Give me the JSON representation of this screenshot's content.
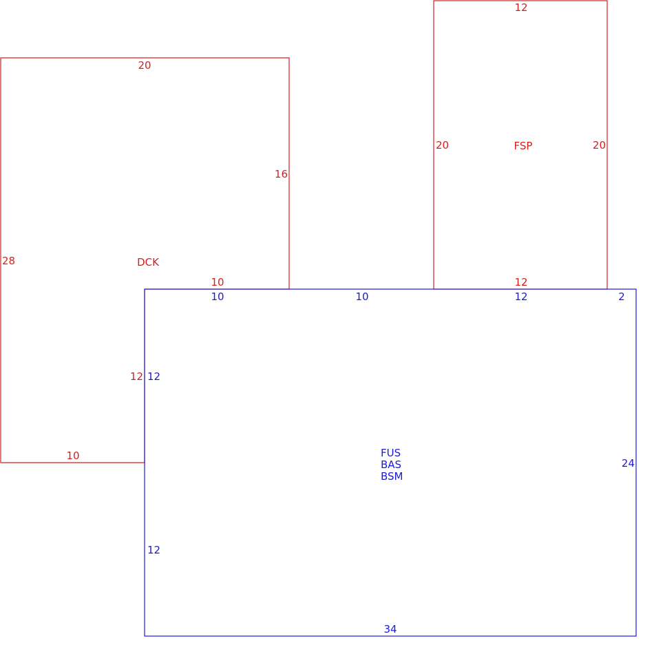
{
  "colors": {
    "red": "#d61e1e",
    "blue": "#1a1ad6"
  },
  "dck": {
    "label": "DCK",
    "top": "20",
    "left": "28",
    "right_upper": "16",
    "step_horizontal": "10",
    "right_lower": "12",
    "bottom": "10"
  },
  "fsp": {
    "label": "FSP",
    "top": "12",
    "left": "20",
    "right": "20",
    "bottom": "12"
  },
  "main": {
    "labels": [
      "FUS",
      "BAS",
      "BSM"
    ],
    "top_seg1": "10",
    "top_seg2": "10",
    "top_seg3": "12",
    "top_seg4": "2",
    "left_upper": "12",
    "left_lower": "12",
    "right": "24",
    "bottom": "34"
  }
}
